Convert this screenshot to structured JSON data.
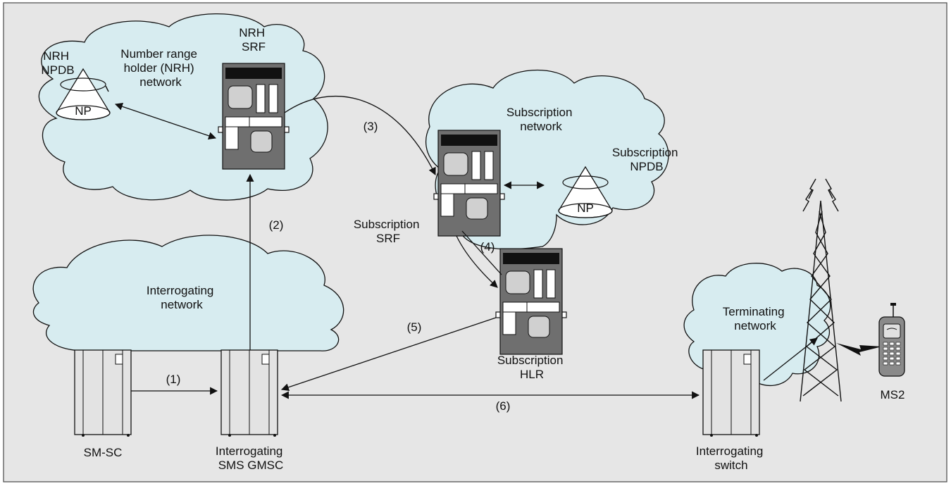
{
  "colors": {
    "frame_bg": "#e6e6e6",
    "cloud_fill": "#d7ecf0",
    "equipment_dark": "#6f6f6f",
    "equipment_light": "#e3e3e3",
    "line": "#111111"
  },
  "labels": {
    "nrh_npdb": [
      "NRH",
      "NPDB"
    ],
    "nrh_network": [
      "Number range",
      "holder (NRH)",
      "network"
    ],
    "nrh_srf": [
      "NRH",
      "SRF"
    ],
    "np_nrh": "NP",
    "subscription_network": [
      "Subscription",
      "network"
    ],
    "subscription_npdb": [
      "Subscription",
      "NPDB"
    ],
    "np_sub": "NP",
    "subscription_srf": [
      "Subscription",
      "SRF"
    ],
    "subscription_hlr": [
      "Subscription",
      "HLR"
    ],
    "interrogating_network": [
      "Interrogating",
      "network"
    ],
    "terminating_network": [
      "Terminating",
      "network"
    ],
    "sm_sc": "SM-SC",
    "interrogating_sms_gmsc": [
      "Interrogating",
      "SMS GMSC"
    ],
    "interrogating_switch": [
      "Interrogating",
      "switch"
    ],
    "ms2": "MS2"
  },
  "steps": [
    "(1)",
    "(2)",
    "(3)",
    "(4)",
    "(5)",
    "(6)"
  ],
  "icons": [
    "cloud",
    "database-cone-icon",
    "srf-server-icon",
    "hlr-server-icon",
    "switch-cabinet-icon",
    "radio-tower-icon",
    "mobile-phone-icon"
  ]
}
